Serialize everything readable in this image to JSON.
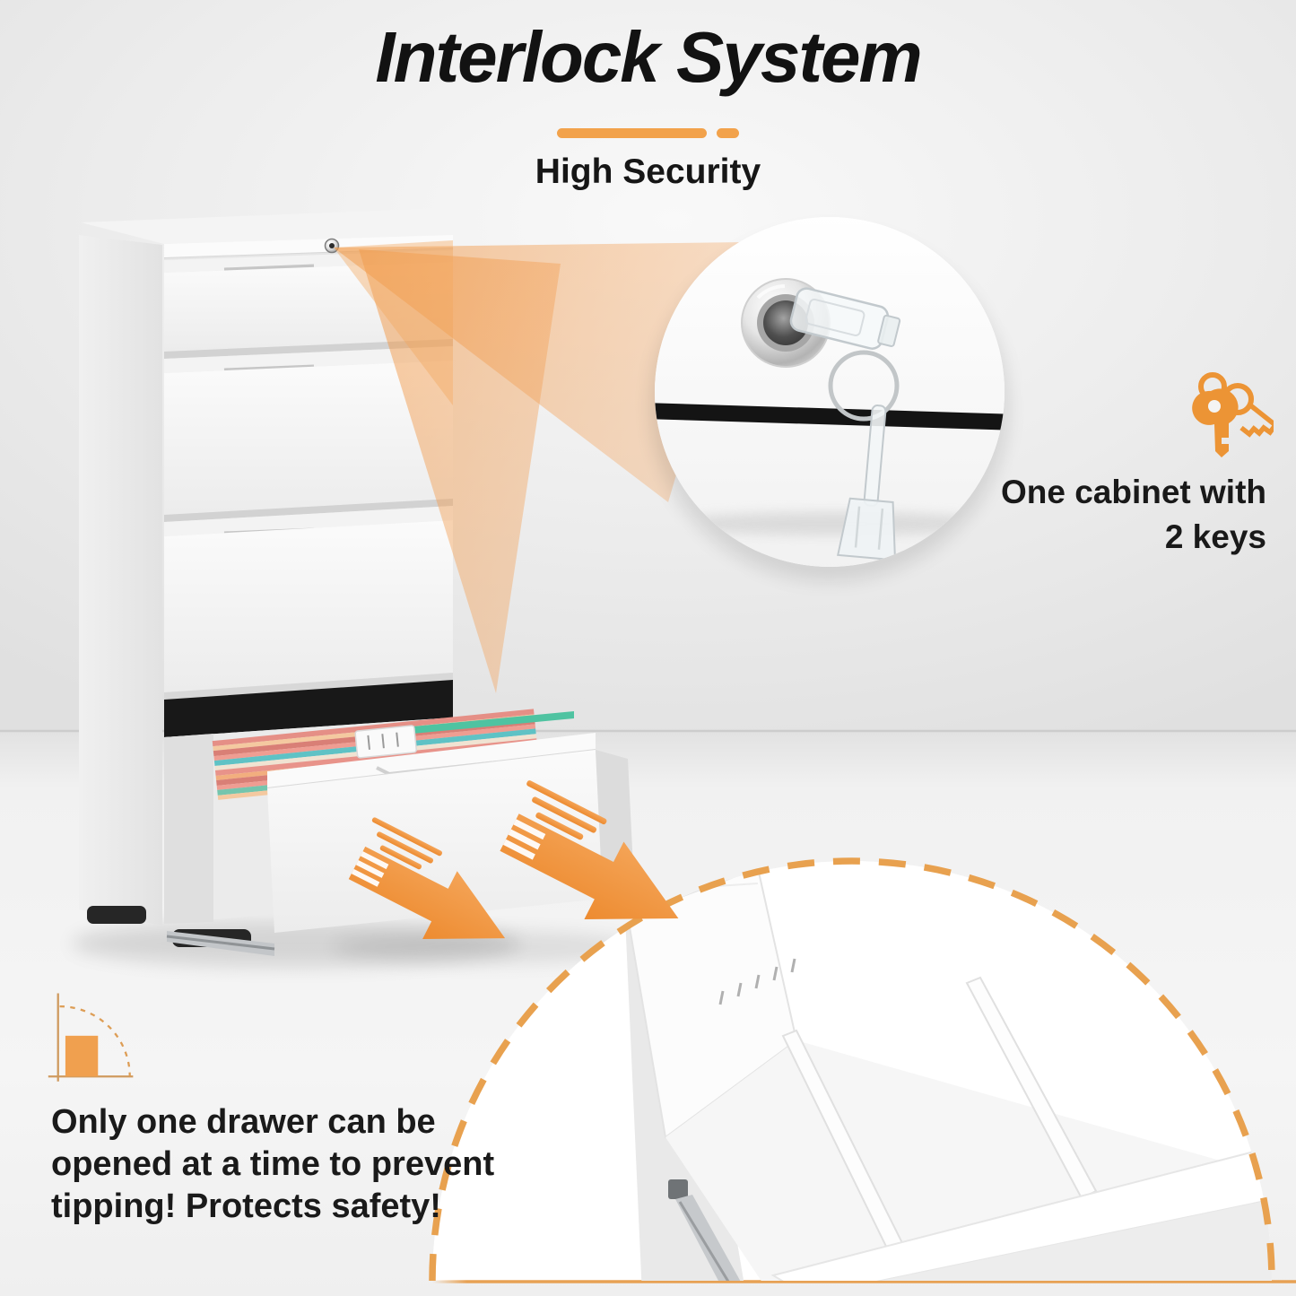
{
  "header": {
    "title": "Interlock System",
    "subtitle": "High Security"
  },
  "key_feature": {
    "icon": "keys-icon",
    "line1": "One cabinet with",
    "line2": "2 keys"
  },
  "safety_note": {
    "icon": "corner-angle-icon",
    "line1": "Only one drawer can be",
    "line2": "opened at a time to prevent",
    "line3": "tipping! Protects safety!"
  },
  "scene": {
    "product": "white-4-drawer-lateral-file-cabinet",
    "drawer_count": 4,
    "callout_top": "lock-with-clear-keys-closeup",
    "callout_bottom": "open-drawer-with-dividers-closeup"
  },
  "colors": {
    "accent_orange": "#F2A24B",
    "arrow_orange": "#F0913B",
    "dashed_circle_orange": "#E8A14F",
    "text_dark": "#1A1A1A",
    "background": "#ECECEC",
    "cabinet_white": "#F7F7F7"
  }
}
